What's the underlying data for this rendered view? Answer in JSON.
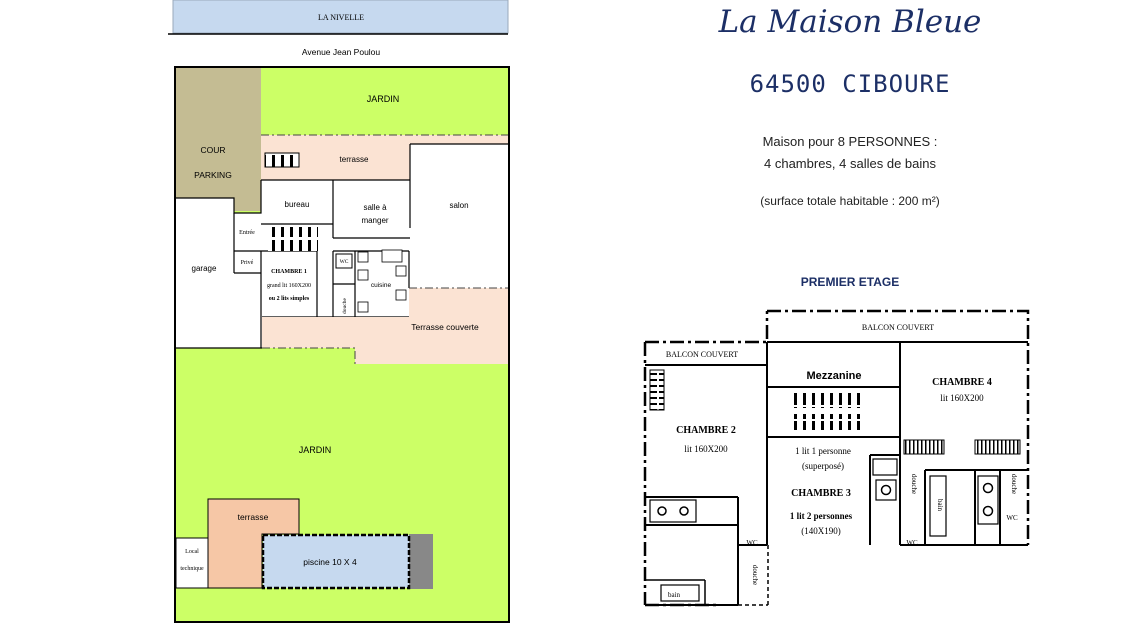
{
  "header": {
    "title": "La Maison Bleue",
    "city": "64500 CIBOURE",
    "capacity": "Maison pour 8 PERSONNES :",
    "rooms": "4 chambres, 4 salles de bains",
    "surface": "(surface totale habitable : 200 m²)"
  },
  "ground_floor": {
    "river": "LA NIVELLE",
    "street": "Avenue Jean Poulou",
    "jardin_top": "JARDIN",
    "cour": "COUR",
    "parking": "PARKING",
    "terrasse_top": "terrasse",
    "bureau": "bureau",
    "salle_a": "salle à",
    "manger": "manger",
    "salon": "salon",
    "entree": "Entrée",
    "prive": "Privé",
    "garage": "garage",
    "wc": "WC",
    "douche": "douche",
    "cuisine": "cuisine",
    "chambre1": "CHAMBRE 1",
    "chambre1_bed": "grand lit 160X200",
    "chambre1_alt": "ou 2 lits simples",
    "terrasse_couverte": "Terrasse couverte",
    "jardin_bottom": "JARDIN",
    "terrasse_pool": "terrasse",
    "local": "Local",
    "technique": "technique",
    "piscine": "piscine 10 X 4"
  },
  "first_floor": {
    "title": "PREMIER ETAGE",
    "balcon_left": "BALCON COUVERT",
    "balcon_right": "BALCON COUVERT",
    "mezzanine": "Mezzanine",
    "chambre2": "CHAMBRE 2",
    "chambre2_bed": "lit 160X200",
    "chambre3_bed1": "1 lit 1 personne",
    "chambre3_bed1b": "(superposé)",
    "chambre3": "CHAMBRE 3",
    "chambre3_bed2": "1 lit 2 personnes",
    "chambre3_bed2b": "(140X190)",
    "chambre4": "CHAMBRE 4",
    "chambre4_bed": "lit 160X200",
    "wc_a": "WC",
    "wc_b": "WC",
    "wc_c": "WC",
    "douche_a": "douche",
    "douche_b": "douche",
    "douche_c": "douche",
    "bain_a": "bain",
    "bain_b": "bain"
  },
  "colors": {
    "grass": "#ccff66",
    "terrace": "#fbe3d3",
    "cour": "#c4bc93",
    "water": "#c6d9ef",
    "terrace_pool": "#f6c7a6",
    "title": "#1c2f66"
  }
}
